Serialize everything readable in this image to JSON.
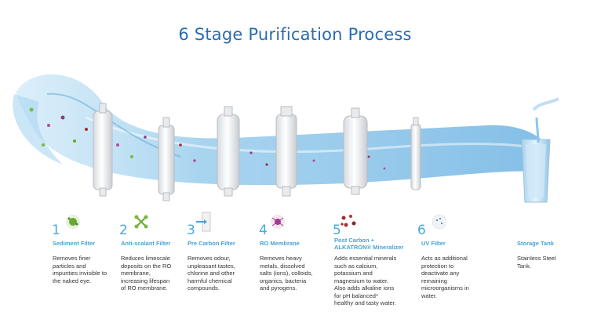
{
  "title": "6 Stage Purification Process",
  "stages": [
    {
      "number": "1",
      "title": "Sediment Filter",
      "description": "Removes finer particles  and impurities invisible to the naked eye."
    },
    {
      "number": "2",
      "title": "Anti-scalant Filter",
      "description": "Reduces limescale deposits on the RO membrane, increasing lifespan of RO membrane."
    },
    {
      "number": "3",
      "title": "Pre Carbon Filter",
      "description": "Removes odour, unpleasant tastes, chlorine and other harmful chemical compounds."
    },
    {
      "number": "4",
      "title": "RO Membrane",
      "description": "Removes heavy metals, dissolved salts (ions), colloids, organics, bacteria and pyrogens."
    },
    {
      "number": "5",
      "title": "Post Carbon + ALKATRON® Mineralizer",
      "description": "Adds essential minerals such as calcium, potassium and magnesium to water. Also adds alkaline ions for pH balanced* healthy and tasty water."
    },
    {
      "number": "6",
      "title": "UV Filter",
      "description": "Acts as additional protection to deactivate any remaining microorganisms in water."
    }
  ],
  "storage": {
    "title": "Storage Tank",
    "description": "Stainless Steel Tank."
  },
  "colors": {
    "title": "#2a6bb1",
    "accent": "#46a4d6",
    "water": "#8cc6ea",
    "text": "#333333"
  }
}
